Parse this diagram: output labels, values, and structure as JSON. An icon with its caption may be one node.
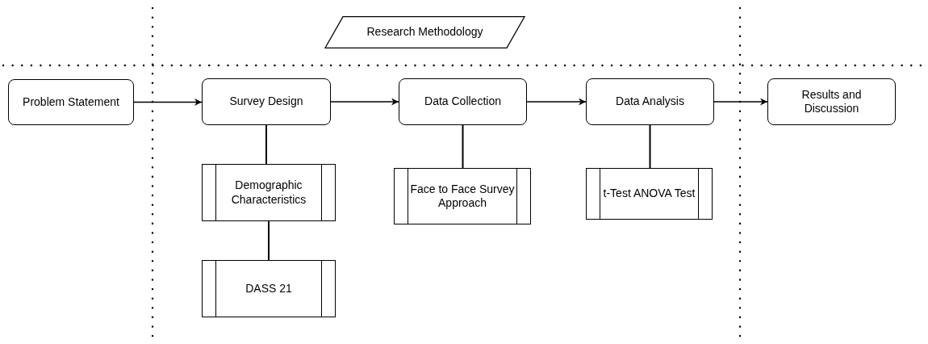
{
  "diagram": {
    "nodes": [
      {
        "text": [
          "Research Methodology"
        ]
      },
      {
        "text": [
          "Problem Statement"
        ]
      },
      {
        "text": [
          "Survey Design"
        ]
      },
      {
        "text": [
          "Data Collection"
        ]
      },
      {
        "text": [
          "Data Analysis"
        ]
      },
      {
        "text": [
          "Results and Discussion"
        ]
      },
      {
        "text": [
          "Demographic Characteristics"
        ]
      },
      {
        "text": [
          "DASS 21"
        ]
      },
      {
        "text": [
          "Face to Face Survey Approach"
        ]
      },
      {
        "text": [
          "t-Test ANOVA Test"
        ]
      }
    ],
    "edges": [
      {
        "from": 1,
        "to": 2,
        "arrow": "to"
      },
      {
        "from": 2,
        "to": 3,
        "arrow": "to"
      },
      {
        "from": 3,
        "to": 4,
        "arrow": "to"
      },
      {
        "from": 4,
        "to": 5,
        "arrow": "to"
      },
      {
        "from": 2,
        "to": 6,
        "arrow": "none"
      },
      {
        "from": 6,
        "to": 7,
        "arrow": "none"
      },
      {
        "from": 3,
        "to": 8,
        "arrow": "none"
      },
      {
        "from": 4,
        "to": 9,
        "arrow": "none"
      }
    ]
  }
}
